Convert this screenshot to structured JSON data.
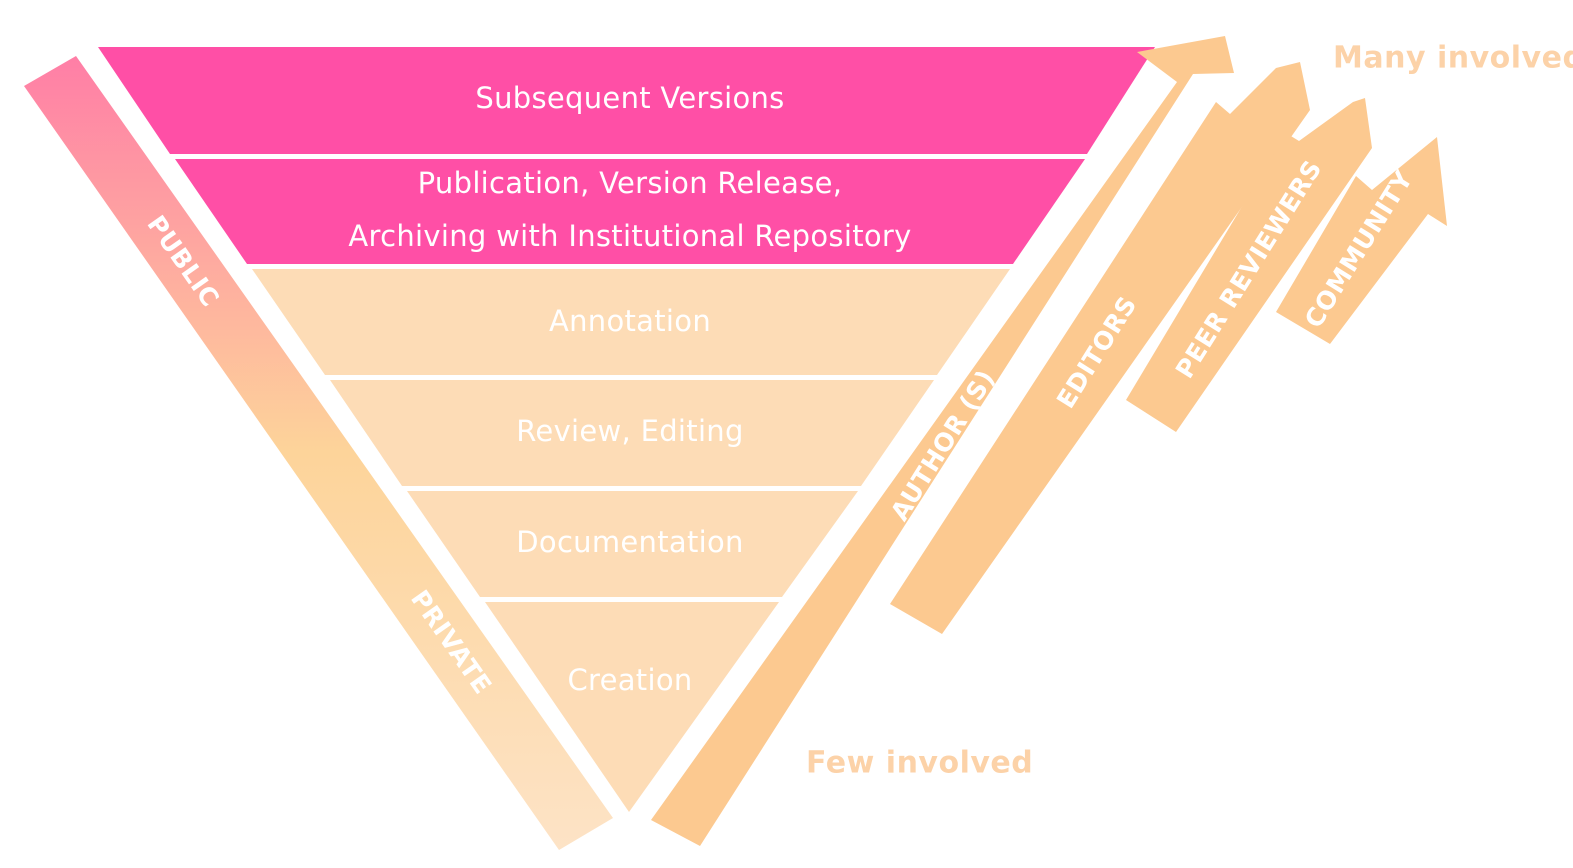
{
  "levels": [
    {
      "label": "Subsequent Versions",
      "tone": "public"
    },
    {
      "label": "Publication, Version Release,",
      "label2": "Archiving with Institutional Repository",
      "tone": "public"
    },
    {
      "label": "Annotation",
      "tone": "private"
    },
    {
      "label": "Review, Editing",
      "tone": "private"
    },
    {
      "label": "Documentation",
      "tone": "private"
    },
    {
      "label": "Creation",
      "tone": "private"
    }
  ],
  "visibility_band": {
    "public_label": "PUBLIC",
    "private_label": "PRIVATE"
  },
  "arrows": [
    {
      "label": "AUTHOR (S)"
    },
    {
      "label": "EDITORS"
    },
    {
      "label": "PEER REVIEWERS"
    },
    {
      "label": "COMMUNITY"
    }
  ],
  "notes": {
    "many": "Many involved",
    "few": "Few involved"
  },
  "colors": {
    "public": "#ff4fa6",
    "private": "#fddcb6",
    "arrow": "#fcc990",
    "note": "#fcd2a8",
    "band_top": "#ff7ea6",
    "band_mid": "#fdd49a",
    "band_bottom": "#fde3c6",
    "text_light": "#ffffff"
  }
}
